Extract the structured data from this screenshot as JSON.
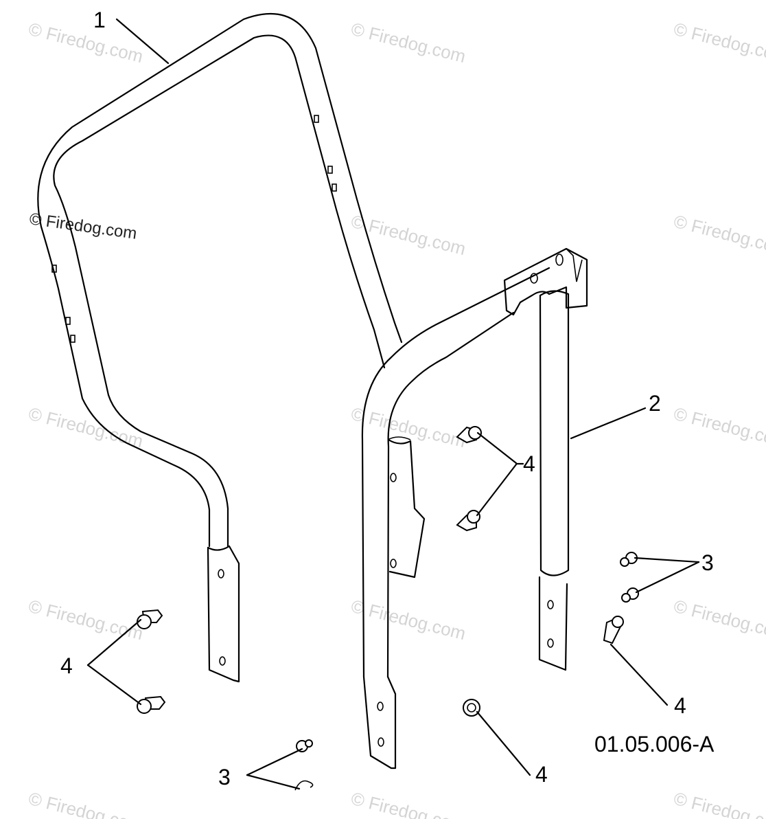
{
  "watermark": {
    "text": "© Firedog.com",
    "text_dark": "© Firedog.com"
  },
  "callouts": {
    "c1": "1",
    "c2": "2",
    "c3_right": "3",
    "c3_bottom": "3",
    "c4_center": "4",
    "c4_left": "4",
    "c4_right": "4",
    "c4_bottom": "4"
  },
  "diagram_code": "01.05.006-A"
}
